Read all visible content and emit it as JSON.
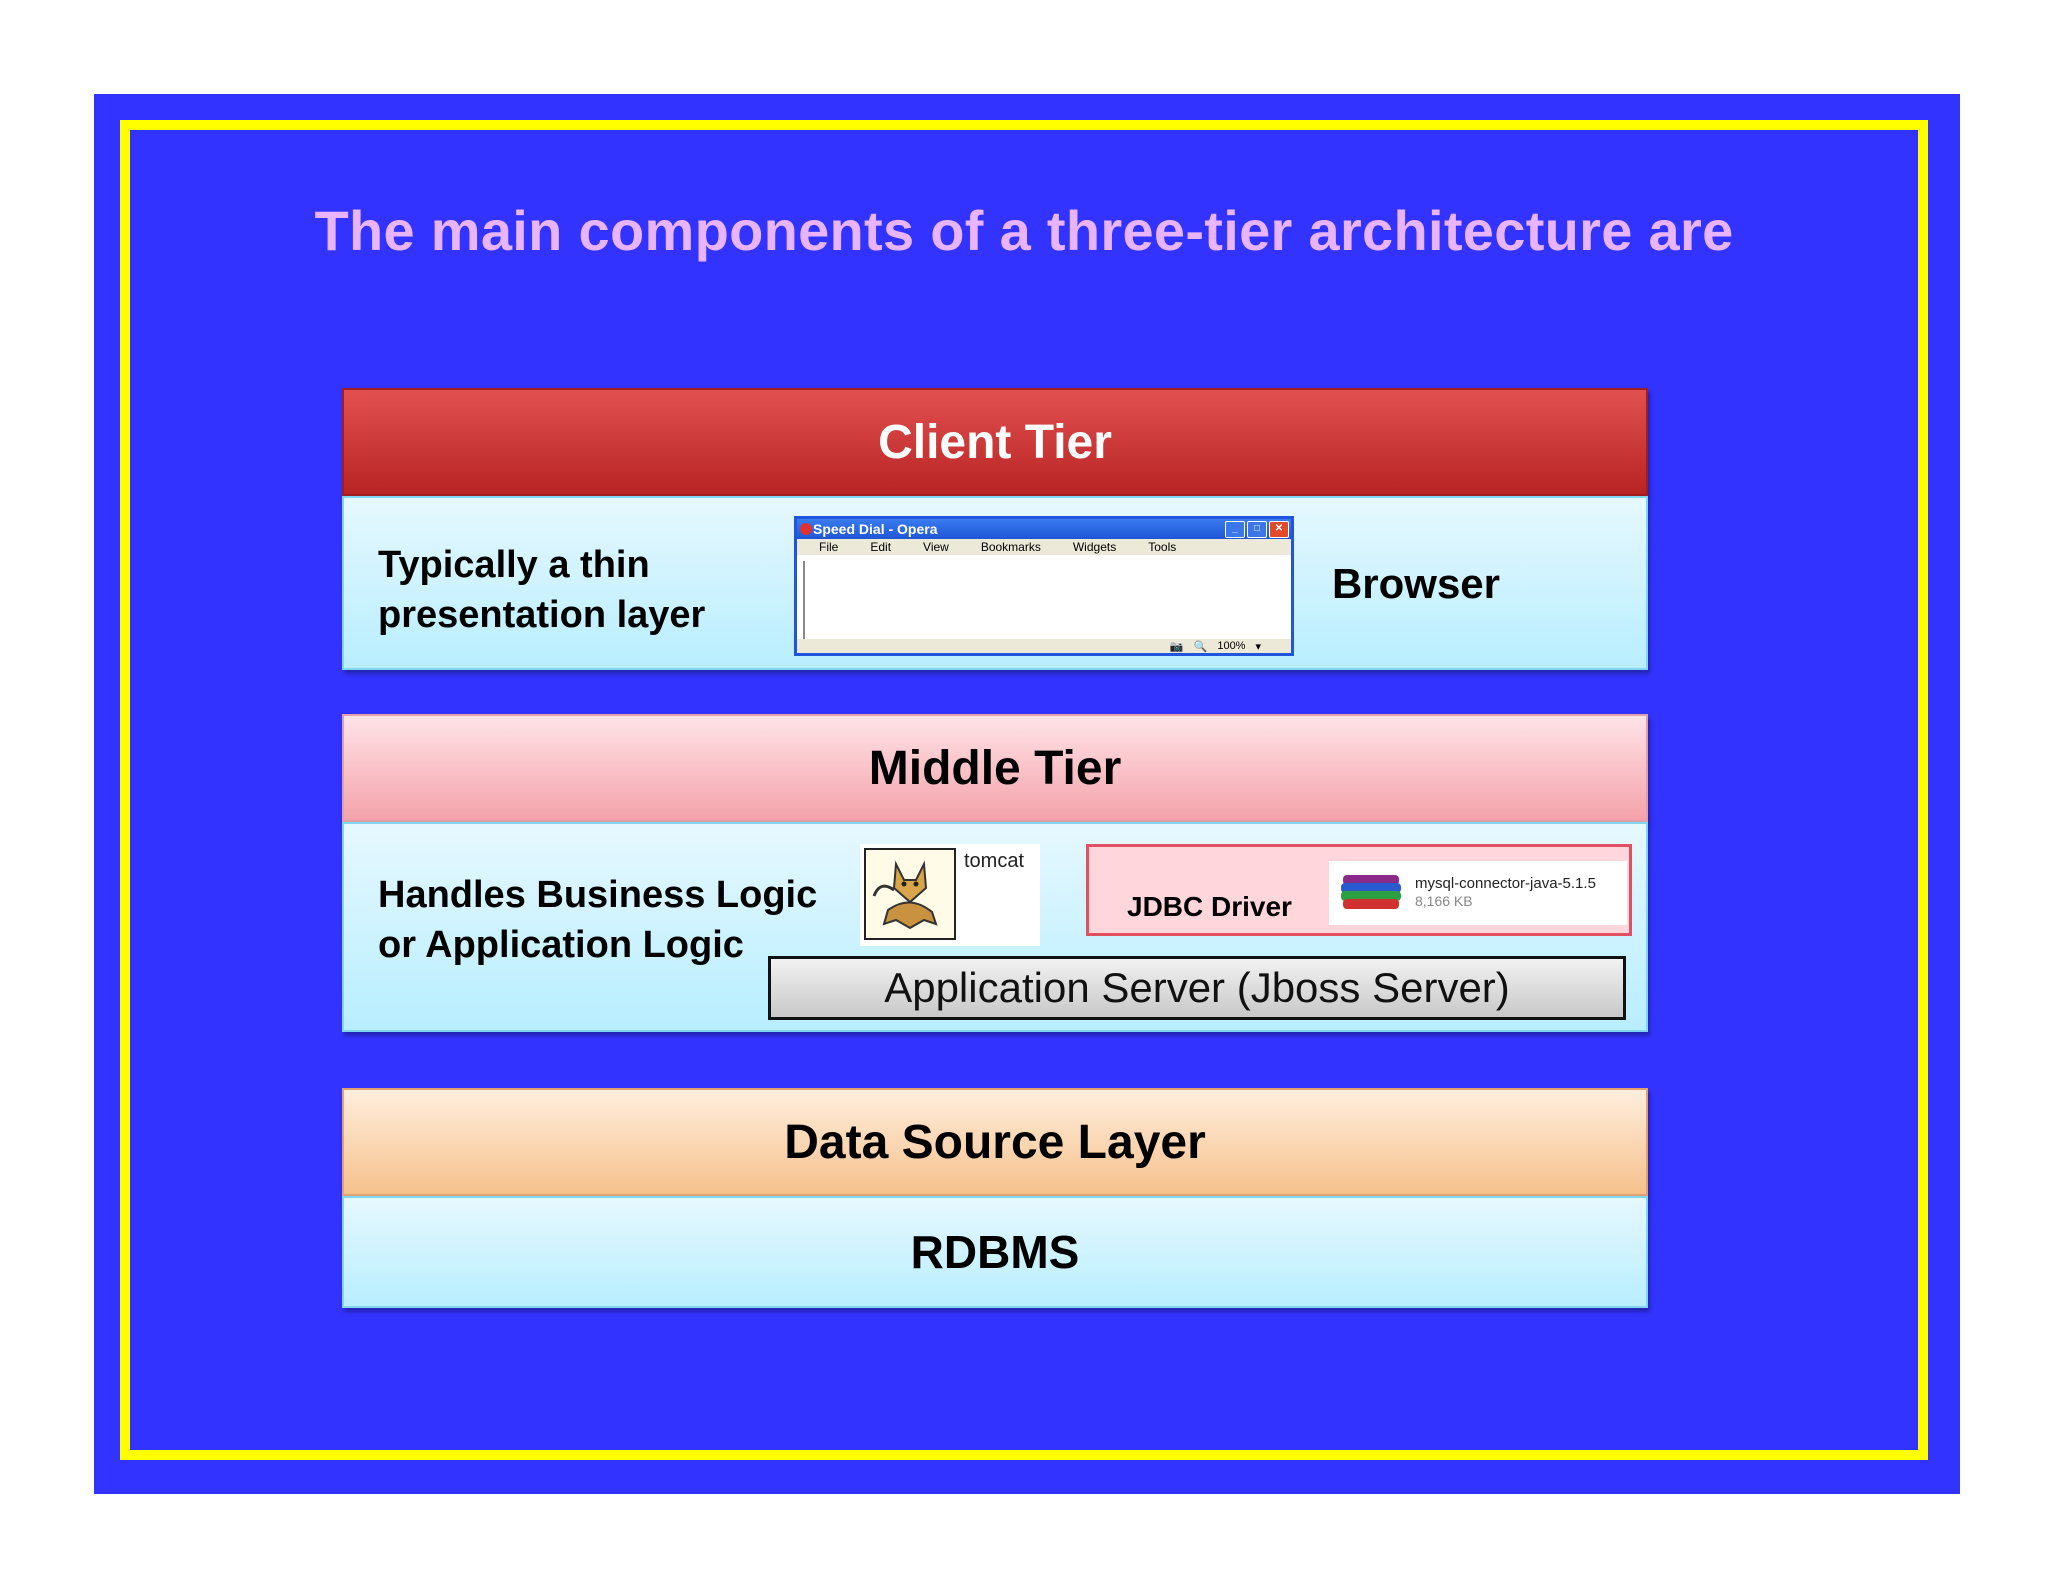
{
  "title": "The main components of a three-tier architecture are",
  "client_tier": {
    "heading": "Client Tier",
    "description_line1": "Typically a thin",
    "description_line2": "presentation layer",
    "label": "Browser",
    "browser_window": {
      "title": "Speed Dial - Opera",
      "menu": [
        "File",
        "Edit",
        "View",
        "Bookmarks",
        "Widgets",
        "Tools"
      ],
      "zoom": "100%"
    }
  },
  "middle_tier": {
    "heading": "Middle Tier",
    "description_line1": "Handles Business Logic",
    "description_line2": "or Application Logic",
    "tomcat_label": "tomcat",
    "jdbc_label": "JDBC Driver",
    "jar_name": "mysql-connector-java-5.1.5",
    "jar_size": "8,166 KB",
    "app_server": "Application Server (Jboss Server)"
  },
  "data_tier": {
    "heading": "Data Source Layer",
    "body": "RDBMS"
  }
}
